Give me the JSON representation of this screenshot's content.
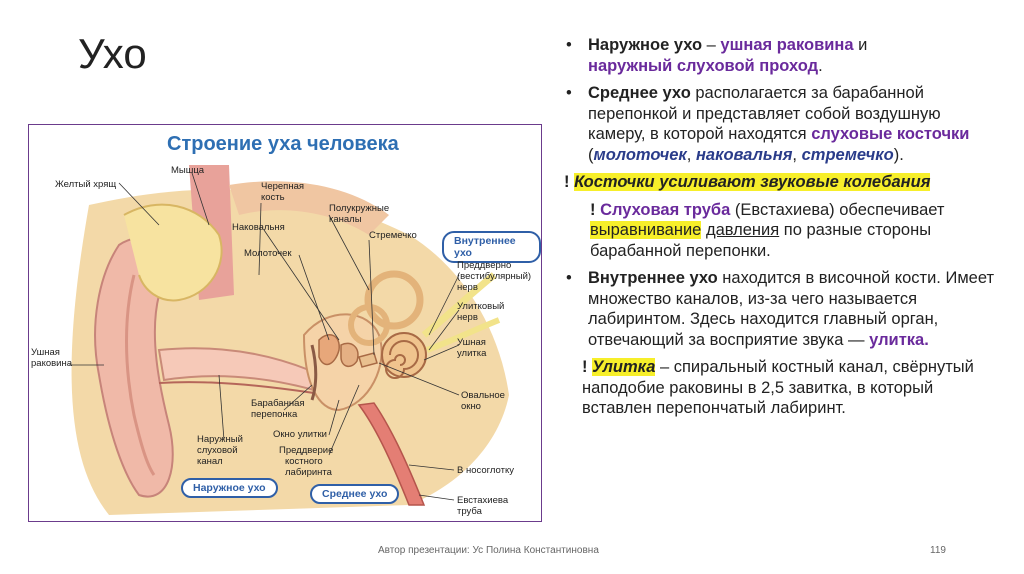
{
  "slide": {
    "title": "Ухо",
    "author": "Автор презентации: Ус Полина Константиновна",
    "page": "119"
  },
  "figure": {
    "title": "Строение уха человека",
    "labels": {
      "wax": "Желтый хрящ",
      "muscle": "Мышца",
      "skull1": "Черепная",
      "skull2": "кость",
      "semicircular1": "Полукружные",
      "semicircular2": "каналы",
      "stapes": "Стремечко",
      "incus": "Наковальня",
      "malleus": "Молоточек",
      "vestibular1": "Преддверно",
      "vestibular2": "(вестибулярный)",
      "vestibular3": "нерв",
      "cochlear_nerve1": "Улитковый",
      "cochlear_nerve2": "нерв",
      "cochlea1": "Ушная",
      "cochlea2": "улитка",
      "auricle1": "Ушная",
      "auricle2": "раковина",
      "oval1": "Овальное",
      "oval2": "окно",
      "eardrum1": "Барабанная",
      "eardrum2": "перепонка",
      "round_window": "Окно улитки",
      "canal1": "Наружный",
      "canal2": "слуховой",
      "canal3": "канал",
      "vestibule1": "Преддверие",
      "vestibule2": "костного",
      "vestibule3": "лабиринта",
      "nasopharynx": "В носоглотку",
      "eustachian1": "Евстахиева",
      "eustachian2": "труба"
    },
    "pills": {
      "outer": "Наружное ухо",
      "middle": "Среднее ухо",
      "inner": "Внутреннее ухо"
    }
  },
  "text": {
    "b1_term": "Наружное ухо",
    "b1_dash": " – ",
    "b1_t1": "ушная раковина",
    "b1_and": " и",
    "b1_t2": "наружный слуховой проход",
    "b1_end": ".",
    "b2_term": "Среднее ухо",
    "b2_text": " располагается за барабанной перепонкой и представляет собой воздушную камеру, в которой находятся ",
    "b2_t1": "слуховые косточки",
    "b2_open": " (",
    "b2_i1": "молоточек",
    "b2_c1": ", ",
    "b2_i2": "наковальня",
    "b2_c2": ", ",
    "b2_i3": "стремечко",
    "b2_close": ").",
    "n1_mark": "! ",
    "n1_text": "Косточки усиливают звуковые колебания",
    "n2_mark": "! ",
    "n2_term": "Слуховая труба",
    "n2_t1": " (Евстахиева) обеспечивает ",
    "n2_hl": "выравнивание",
    "n2_sp": " ",
    "n2_ul": "давления",
    "n2_t2": " по разные стороны барабанной перепонки.",
    "b3_term": "Внутреннее ухо",
    "b3_text": " находится в височной кости. Имеет множество каналов, из-за чего называется лабиринтом. Здесь находится главный орган, отвечающий за восприятие звука — ",
    "b3_t1": "улитка.",
    "n3_mark": "! ",
    "n3_term": "Улитка",
    "n3_text": " – спиральный костный канал, свёрнутый наподобие раковины в 2,5 завитка, в который вставлен перепончатый лабиринт."
  },
  "colors": {
    "accent_purple": "#6a2a9c",
    "accent_blue": "#2e6fb3",
    "highlight": "#f7ef2a"
  }
}
